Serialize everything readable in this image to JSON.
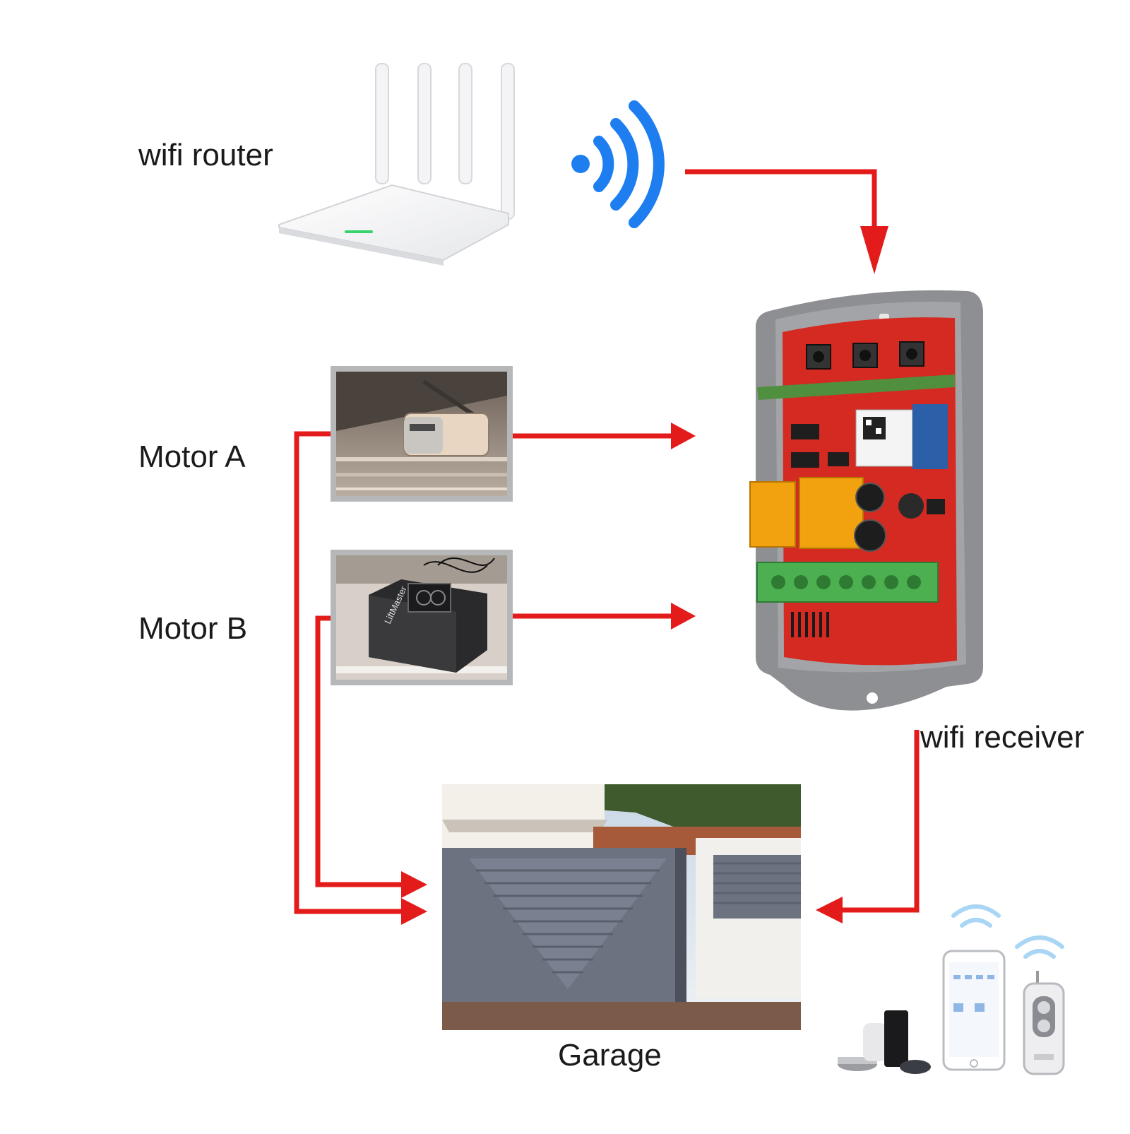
{
  "labels": {
    "router": "wifi router",
    "motor_a": "Motor A",
    "motor_b": "Motor B",
    "receiver": "wifi receiver",
    "garage": "Garage"
  },
  "receiver_board": {
    "brand_text": "LiftMaster"
  },
  "icons": [
    "router-icon",
    "wifi-signal-icon",
    "receiver-box-icon",
    "motor-a-photo",
    "motor-b-photo",
    "garage-gate-photo",
    "smart-speaker-icon",
    "smartphone-icon",
    "remote-control-icon"
  ],
  "colors": {
    "arrow": "#e41b1b",
    "wifi": "#1e7ef0",
    "pcb": "#d42a22",
    "relay": "#f2a20f",
    "terminal": "#4caf50",
    "housing": "#8e8f92",
    "gate": "#6c7280"
  }
}
